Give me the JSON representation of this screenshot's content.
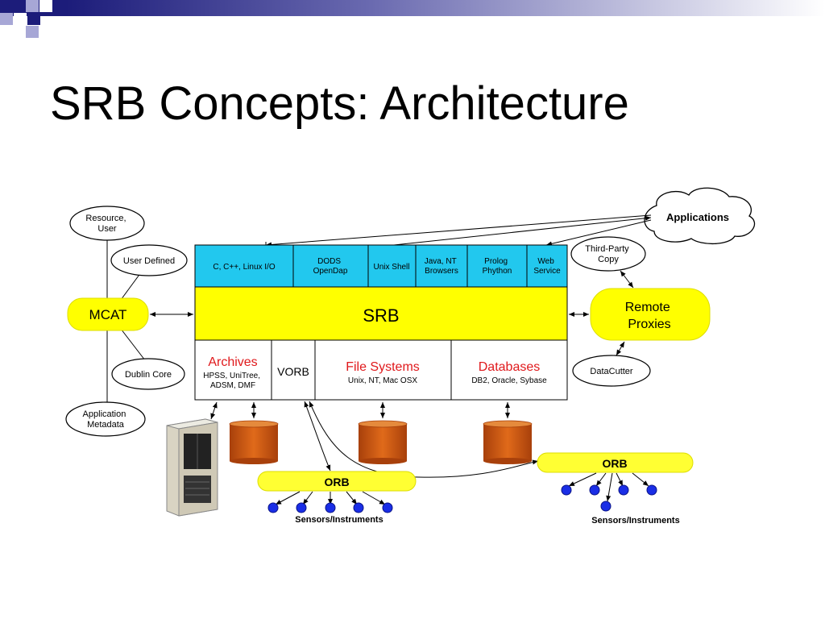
{
  "slide": {
    "title": "SRB Concepts: Architecture"
  },
  "colors": {
    "header_band_start": "#1c1c7a",
    "header_band_end": "#ffffff",
    "deco_square_dark": "#1c1c7a",
    "deco_square_light": "#a7a7d6",
    "client_layer": "#22c8ee",
    "srb_layer": "#ffff00",
    "storage_red_text": "#e0191c",
    "cylinder": "#cc5511",
    "sensor": "#1a2ee6",
    "orb": "#ffff33",
    "ellipse_fill": "#ffffff"
  },
  "diagram": {
    "metadata_nodes": [
      {
        "lines": [
          "Resource,",
          "User"
        ]
      },
      {
        "lines": [
          "User Defined"
        ]
      },
      {
        "lines": [
          "Dublin Core"
        ]
      },
      {
        "lines": [
          "Application",
          "Metadata"
        ]
      }
    ],
    "mcat_label": "MCAT",
    "client_cells": [
      {
        "lines": [
          "C, C++, Linux I/O"
        ]
      },
      {
        "lines": [
          "DODS",
          "OpenDap"
        ]
      },
      {
        "lines": [
          "Unix Shell"
        ]
      },
      {
        "lines": [
          "Java, NT",
          "Browsers"
        ]
      },
      {
        "lines": [
          "Prolog",
          "Phython"
        ]
      },
      {
        "lines": [
          "Web",
          "Service"
        ]
      }
    ],
    "srb_label": "SRB",
    "storage_cells": [
      {
        "name": "Archives",
        "detail_lines": [
          "HPSS, UniTree,",
          "ADSM, DMF"
        ]
      },
      {
        "name": "VORB",
        "detail_lines": []
      },
      {
        "name": "File Systems",
        "detail_lines": [
          "Unix, NT, Mac OSX"
        ]
      },
      {
        "name": "Databases",
        "detail_lines": [
          "DB2, Oracle, Sybase"
        ]
      }
    ],
    "applications_label": "Applications",
    "third_party_lines": [
      "Third-Party",
      "Copy"
    ],
    "remote_proxies_lines": [
      "Remote",
      "Proxies"
    ],
    "datacutter_label": "DataCutter",
    "orb_labels": [
      "ORB",
      "ORB"
    ],
    "sensors_labels": [
      "Sensors/Instruments",
      "Sensors/Instruments"
    ]
  }
}
